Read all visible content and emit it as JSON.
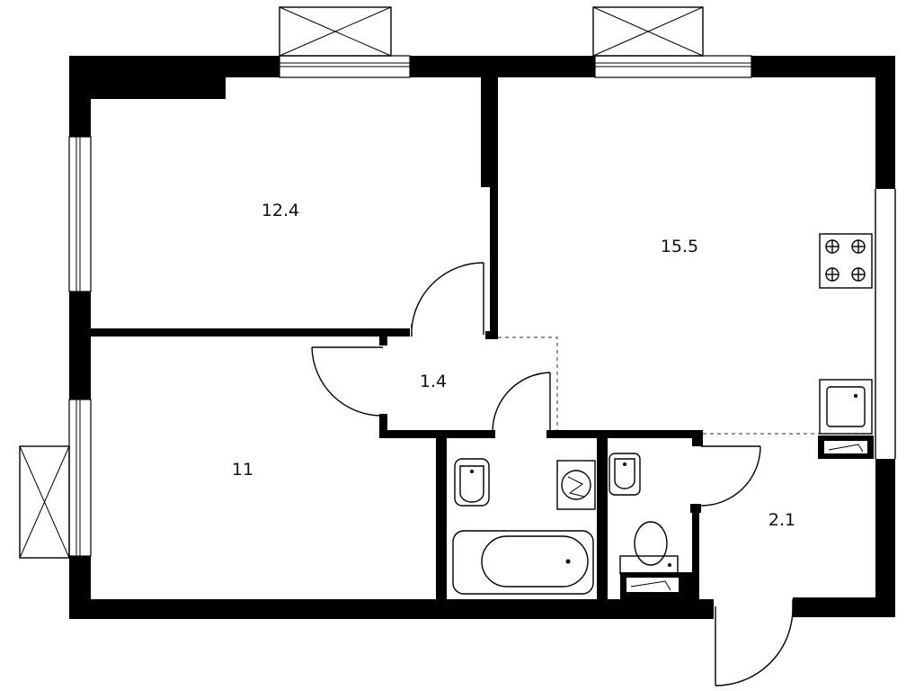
{
  "rooms": {
    "bedroom_top": "12.4",
    "bedroom_bottom": "11",
    "hall": "1.4",
    "kitchen_living": "15.5",
    "entry": "2.1"
  },
  "colors": {
    "wall": "#000000",
    "background": "#ffffff"
  }
}
